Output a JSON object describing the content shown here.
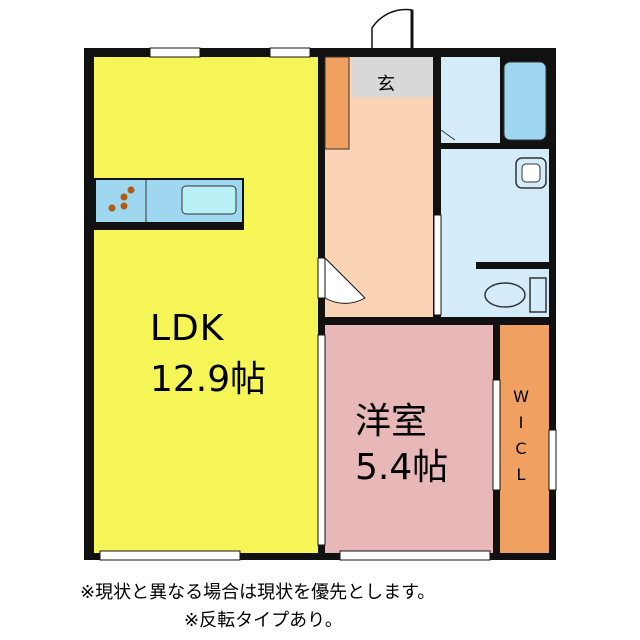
{
  "rooms": {
    "ldk": {
      "name": "LDK",
      "size": "12.9帖",
      "color": "#f5f558"
    },
    "western": {
      "name": "洋室",
      "size": "5.4帖",
      "color": "#e8b8b8"
    },
    "entrance": {
      "name": "玄",
      "color": "#fad4b4"
    },
    "wic": {
      "letters": [
        "W",
        "I",
        "C",
        "L"
      ],
      "color": "#f0a060"
    },
    "bath": {
      "color": "#d4ecfa"
    }
  },
  "notes": {
    "line1": "※現状と異なる場合は現状を優先とします。",
    "line2": "※反転タイプあり。"
  },
  "icons": [
    "kitchen-sink-icon",
    "stove-burner-icon",
    "bathtub-icon",
    "toilet-icon",
    "washbasin-icon",
    "door-swing-icon"
  ]
}
